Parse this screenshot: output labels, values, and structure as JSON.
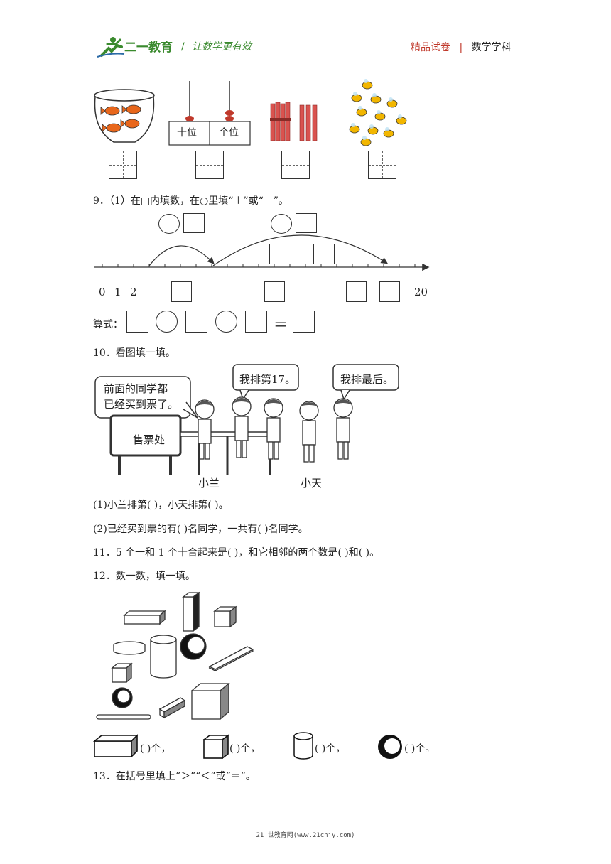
{
  "header": {
    "brand": "二一教育",
    "slogan": "让数学更有效",
    "right_left": "精品试卷",
    "right_right": "数学学科"
  },
  "q8": {
    "abacus_tens": "十位",
    "abacus_ones": "个位"
  },
  "q9": {
    "title": "9．（1）在□内填数，在○里填“＋”或“－”。",
    "num_0": "0",
    "num_1": "1",
    "num_2": "2",
    "num_20": "20",
    "formula_label": "算式：",
    "equals": "＝"
  },
  "q10": {
    "title": "10．看图填一填。",
    "bubble_front": [
      "前面的同学都",
      "已经买到票了。"
    ],
    "bubble_17": "我排第17。",
    "bubble_last": "我排最后。",
    "booth": "售票处",
    "name_lan": "小兰",
    "name_tian": "小天",
    "line1": "(1)小兰排第(          )，小天排第(          )。",
    "line2": "(2)已经买到票的有(          )名同学，一共有(          )名同学。"
  },
  "q11": {
    "text": "11．5 个一和 1 个十合起来是(              )，和它相邻的两个数是(              )和(              )。"
  },
  "q12": {
    "title": "12．数一数，填一填。",
    "count_cuboid": "(          )个，",
    "count_cube": "(          )个，",
    "count_cylinder": "(          )个，",
    "count_sphere": "(          )个。"
  },
  "q13": {
    "title": "13．在括号里填上“＞”“＜”或“＝”。"
  },
  "footer": {
    "text": "21 世教育网(www.21cnjy.com)"
  },
  "colors": {
    "brand_green": "#3a8a2e",
    "accent_red": "#c0392b",
    "fish": "#e8671c",
    "bee": "#f2b600",
    "stick": "#d9534f"
  }
}
